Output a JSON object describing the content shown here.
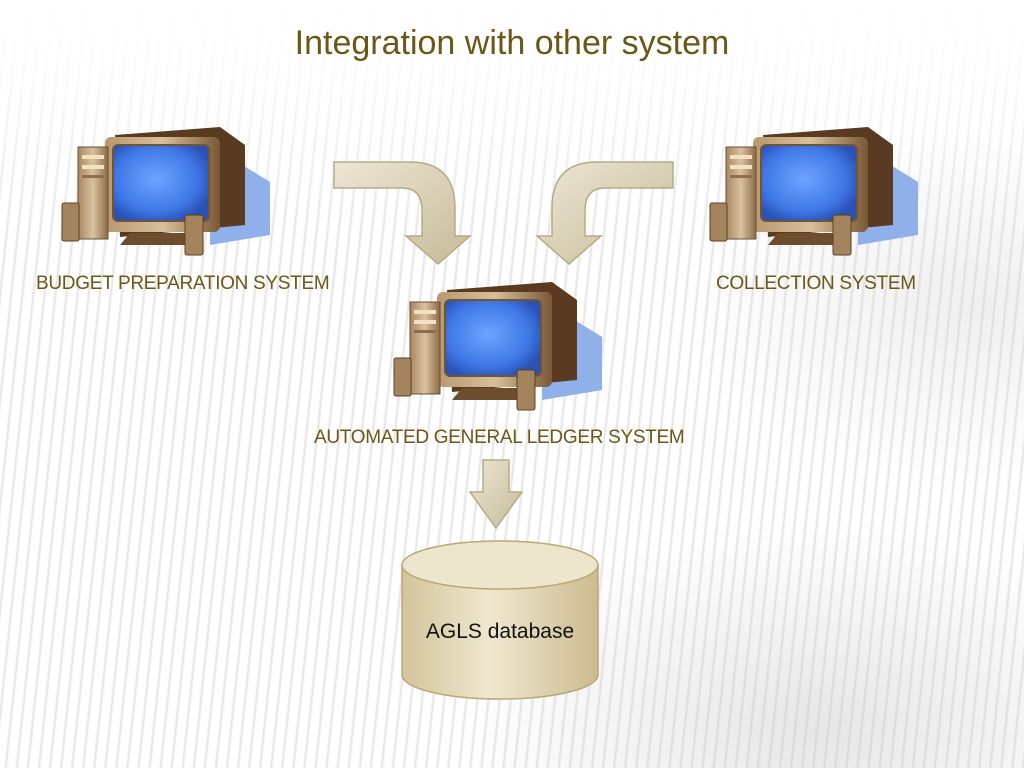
{
  "slide": {
    "title": "Integration with other system"
  },
  "nodes": {
    "budget": {
      "label": "BUDGET PREPARATION SYSTEM",
      "icon": "computer-icon"
    },
    "collection": {
      "label": "COLLECTION SYSTEM",
      "icon": "computer-icon"
    },
    "agls": {
      "label": "AUTOMATED GENERAL LEDGER SYSTEM",
      "icon": "computer-icon"
    },
    "database": {
      "label": "AGLS database",
      "icon": "database-cylinder-icon"
    }
  },
  "colors": {
    "title_text": "#6b5716",
    "arrow_fill": "#d6cdb2",
    "screen_blue": "#3f78e6",
    "monitor_body": "#c9ac88",
    "shadow_blue": "#8fb0e8",
    "database_fill": "#e2d6b3"
  }
}
